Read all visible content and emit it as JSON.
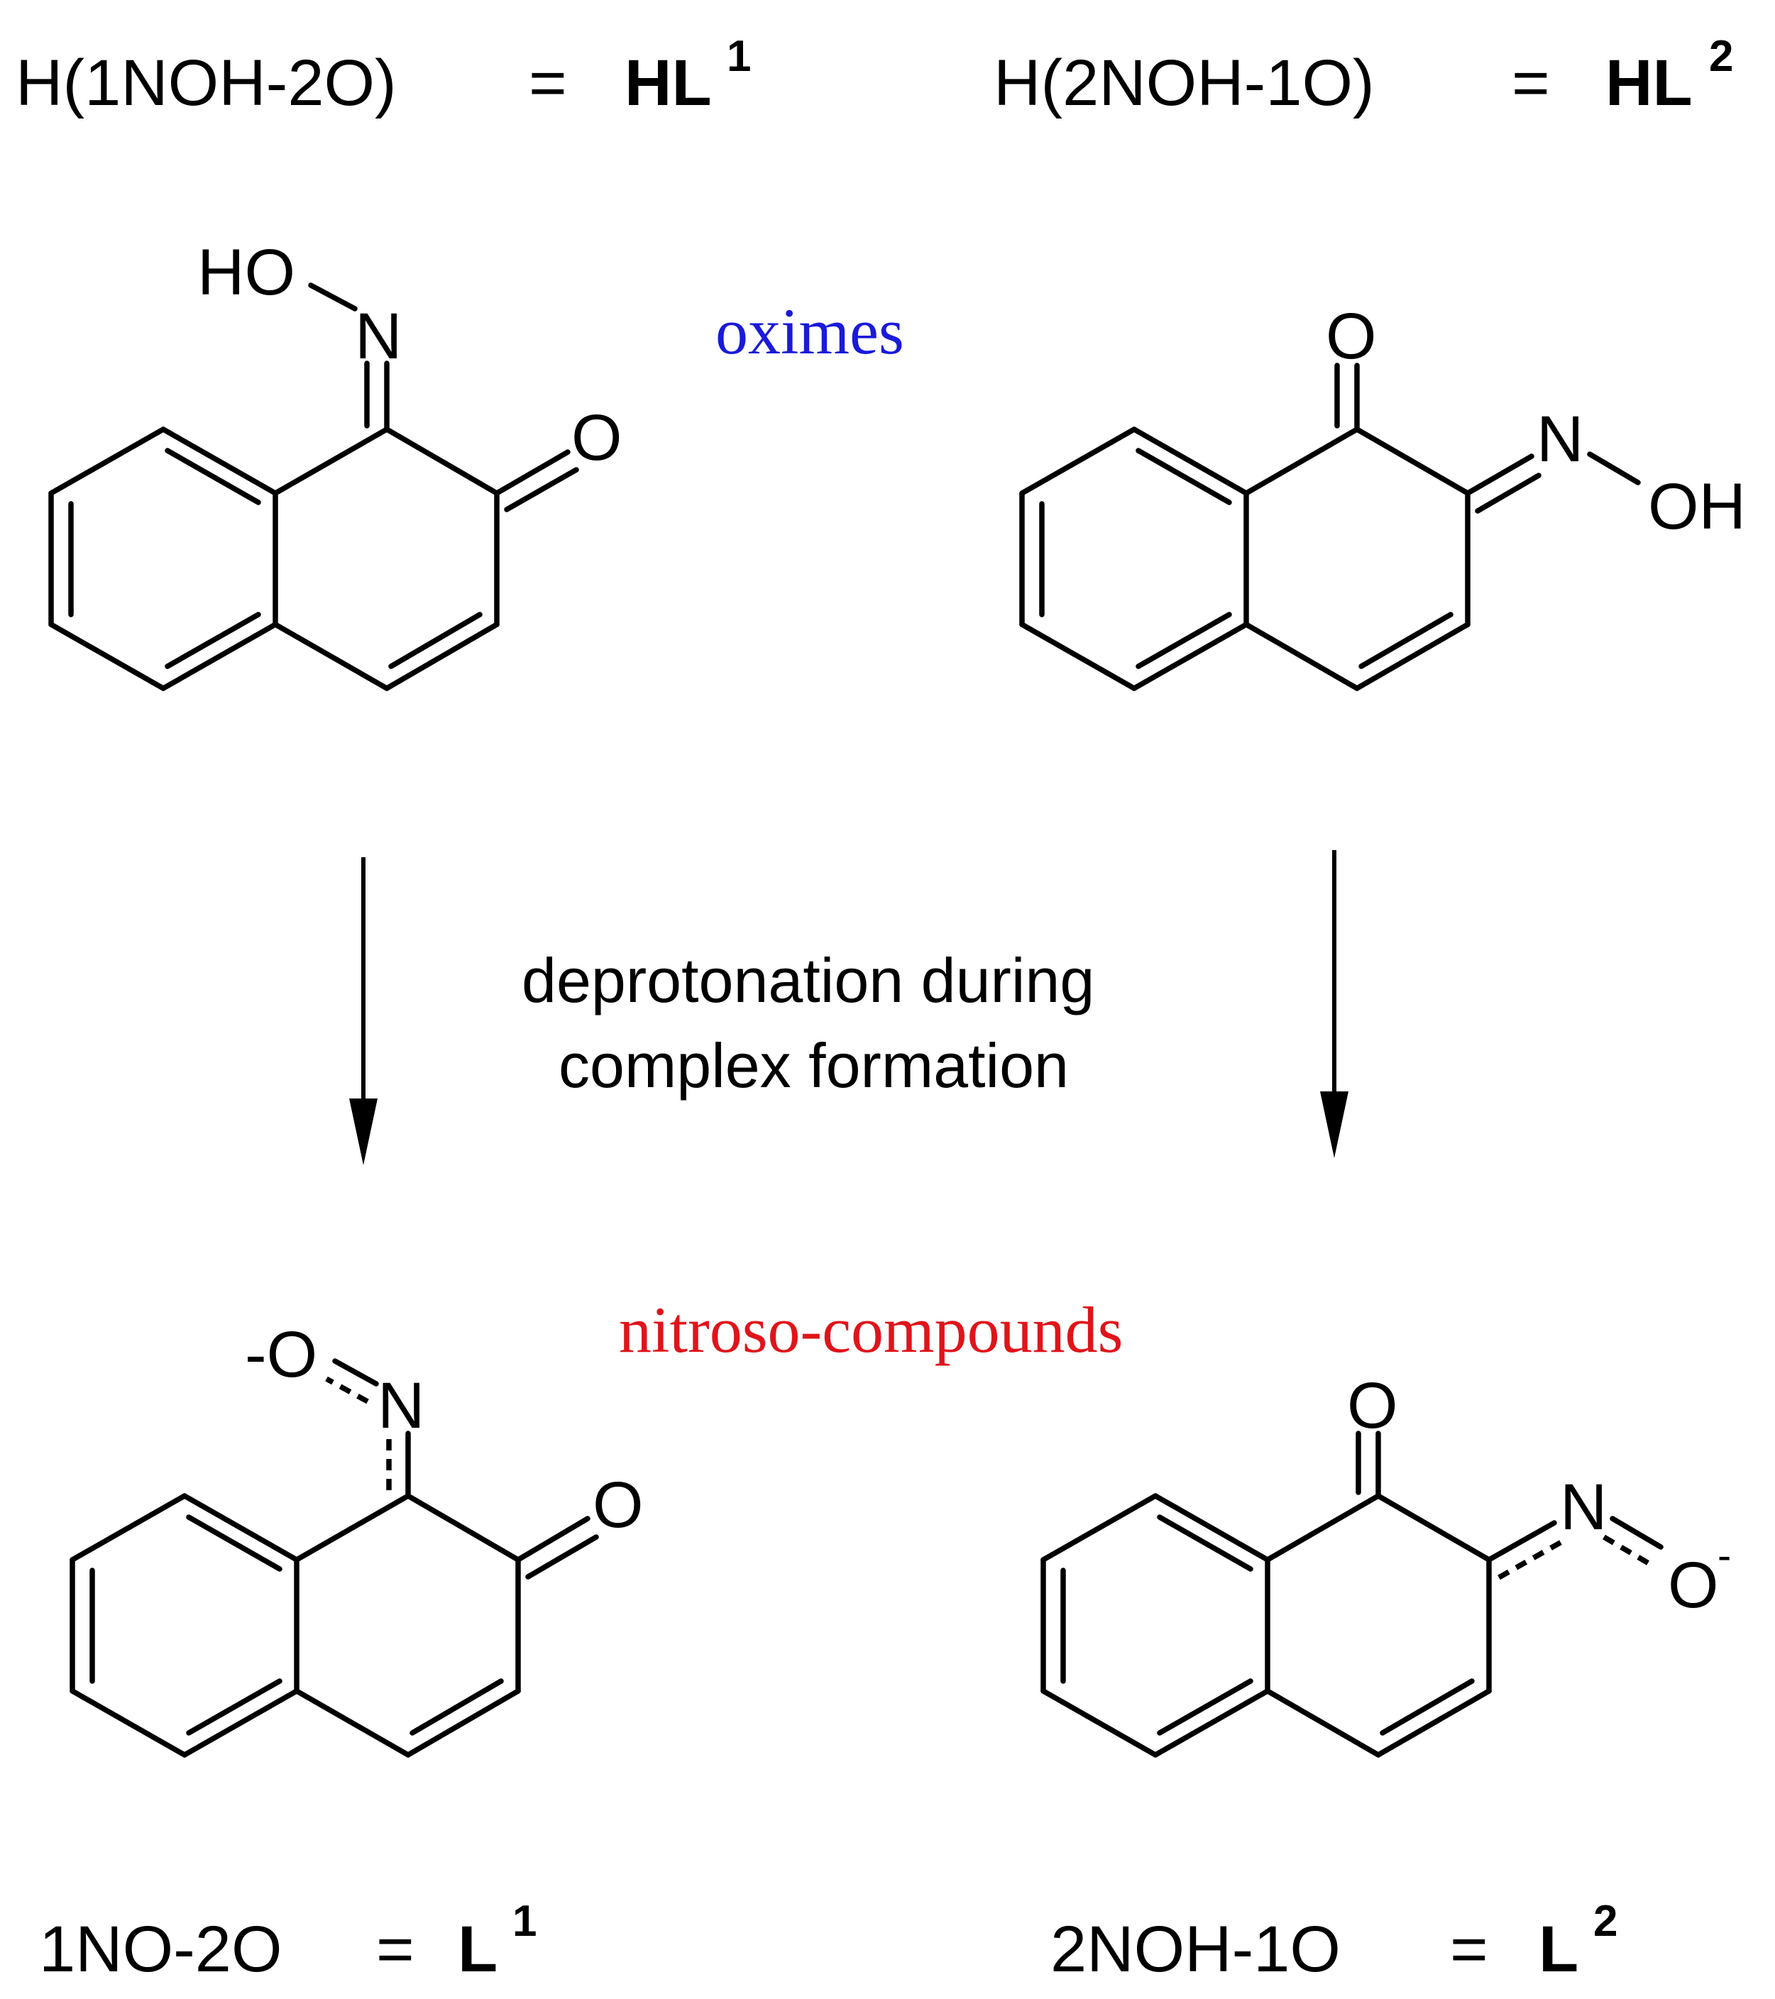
{
  "top_labels": {
    "left": {
      "name": "H(1NOH-2O)",
      "eq": "=",
      "symbol": "HL",
      "sup": "1"
    },
    "right": {
      "name": "H(2NOH-1O)",
      "eq": "=",
      "symbol": "HL",
      "sup": "2"
    }
  },
  "bottom_labels": {
    "left": {
      "name": "1NO-2O",
      "eq": "=",
      "symbol": "L",
      "sup": "1"
    },
    "right": {
      "name": "2NOH-1O",
      "eq": "=",
      "symbol": "L",
      "sup": "2"
    }
  },
  "class_labels": {
    "oximes": {
      "text": "oximes",
      "color": "#1a1adb"
    },
    "nitroso": {
      "text": "nitroso-compounds",
      "color": "#e0141a"
    }
  },
  "reaction_caption": {
    "line1": "deprotonation during",
    "line2": "complex formation"
  },
  "atoms": {
    "HO": "HO",
    "N": "N",
    "O": "O",
    "OH": "OH",
    "minus_O": "-O",
    "O_minus": "O",
    "minus": "-"
  }
}
